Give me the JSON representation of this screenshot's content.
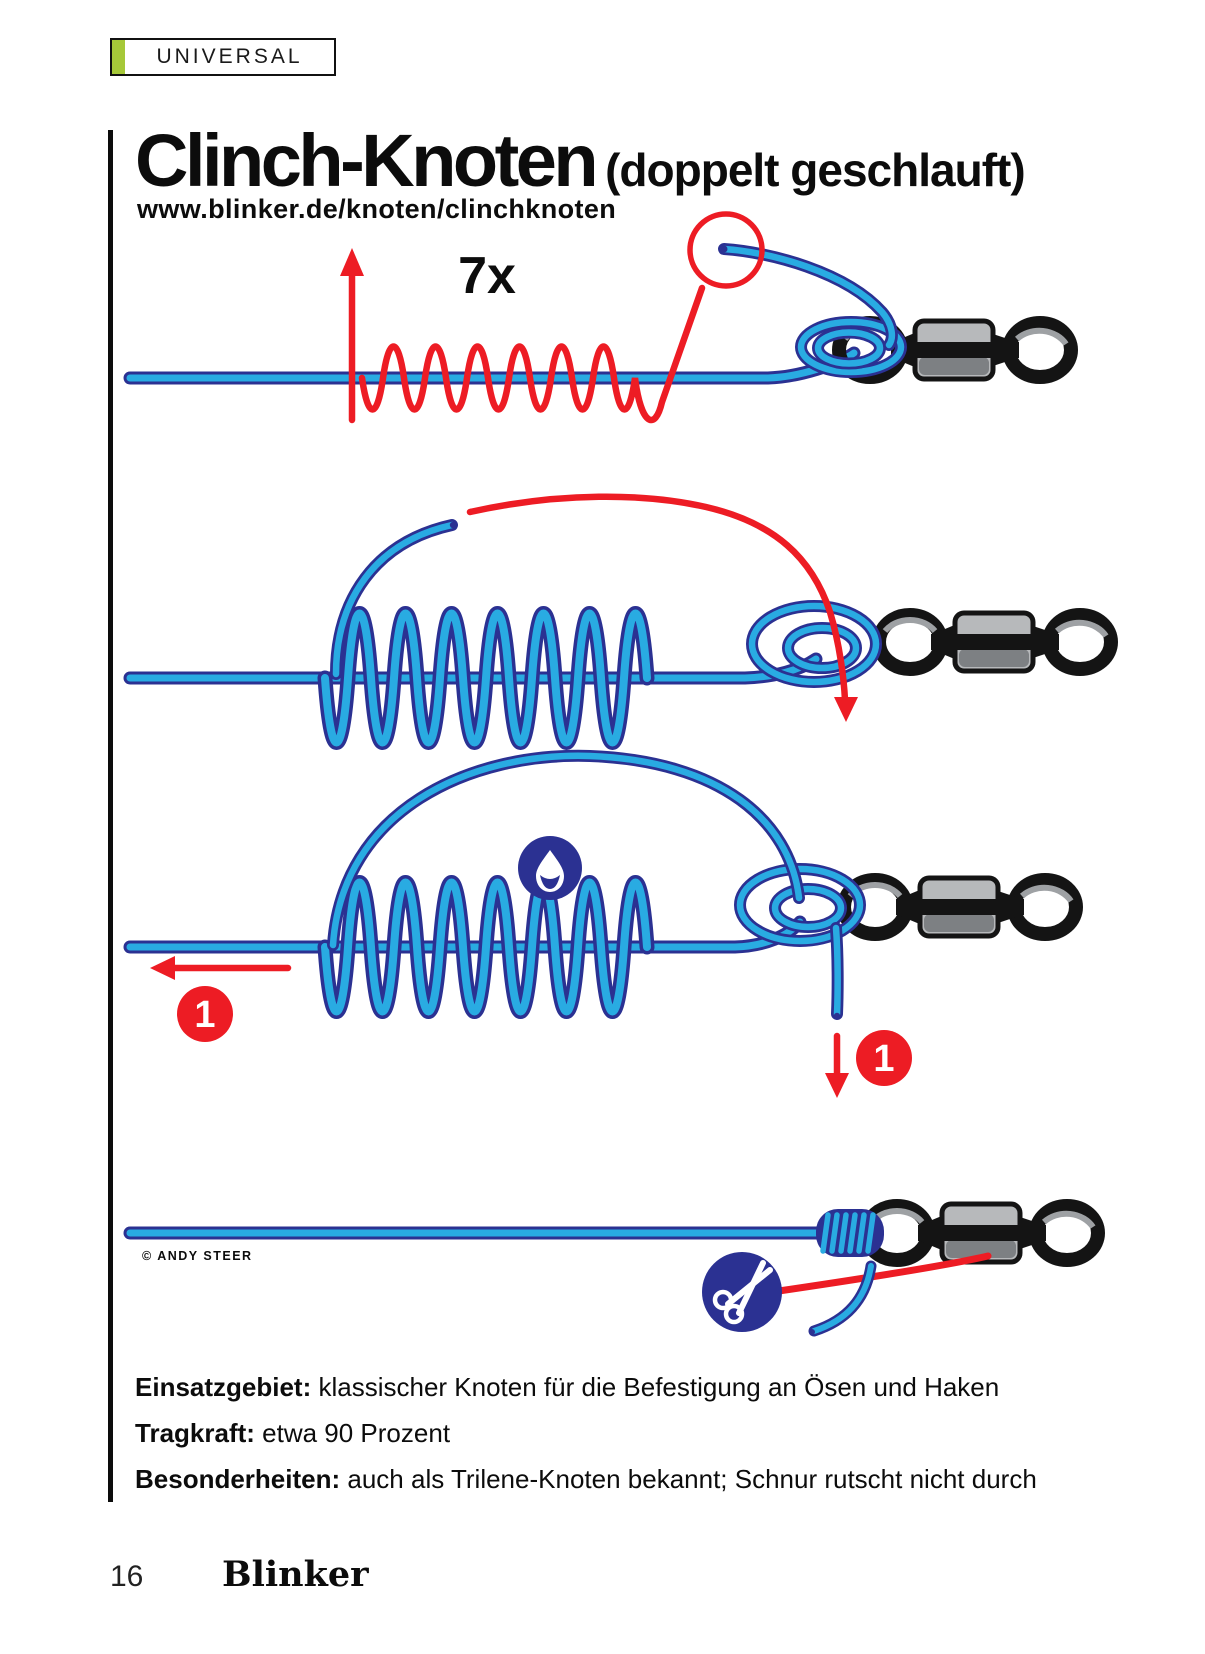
{
  "header": {
    "category": "UNIVERSAL"
  },
  "title": {
    "main": "Clinch-Knoten",
    "suffix": "(doppelt geschlauft)",
    "url": "www.blinker.de/knoten/clinchknoten"
  },
  "diagram": {
    "wraps_label": "7x",
    "marker_left": "1",
    "marker_right": "1",
    "credit": "© ANDY STEER",
    "icons": {
      "moisten": "water-drop-icon",
      "cut": "scissors-icon",
      "tag_end_highlight": "red-circle-icon"
    }
  },
  "info": {
    "items": [
      {
        "label": "Einsatzgebiet:",
        "text": " klassischer Knoten für die Befestigung an Ösen und Haken"
      },
      {
        "label": "Tragkraft:",
        "text": " etwa 90 Prozent"
      },
      {
        "label": "Besonderheiten:",
        "text": " auch als Trilene-Knoten bekannt; Schnur rutscht nicht durch"
      }
    ]
  },
  "footer": {
    "page_number": "16",
    "logo": "Blinker"
  },
  "colors": {
    "line_blue": "#29abe2",
    "line_navy": "#2b3192",
    "accent_red": "#ed1c24",
    "category_green": "#a6c839",
    "swivel_gray": "#9ea1a4"
  }
}
